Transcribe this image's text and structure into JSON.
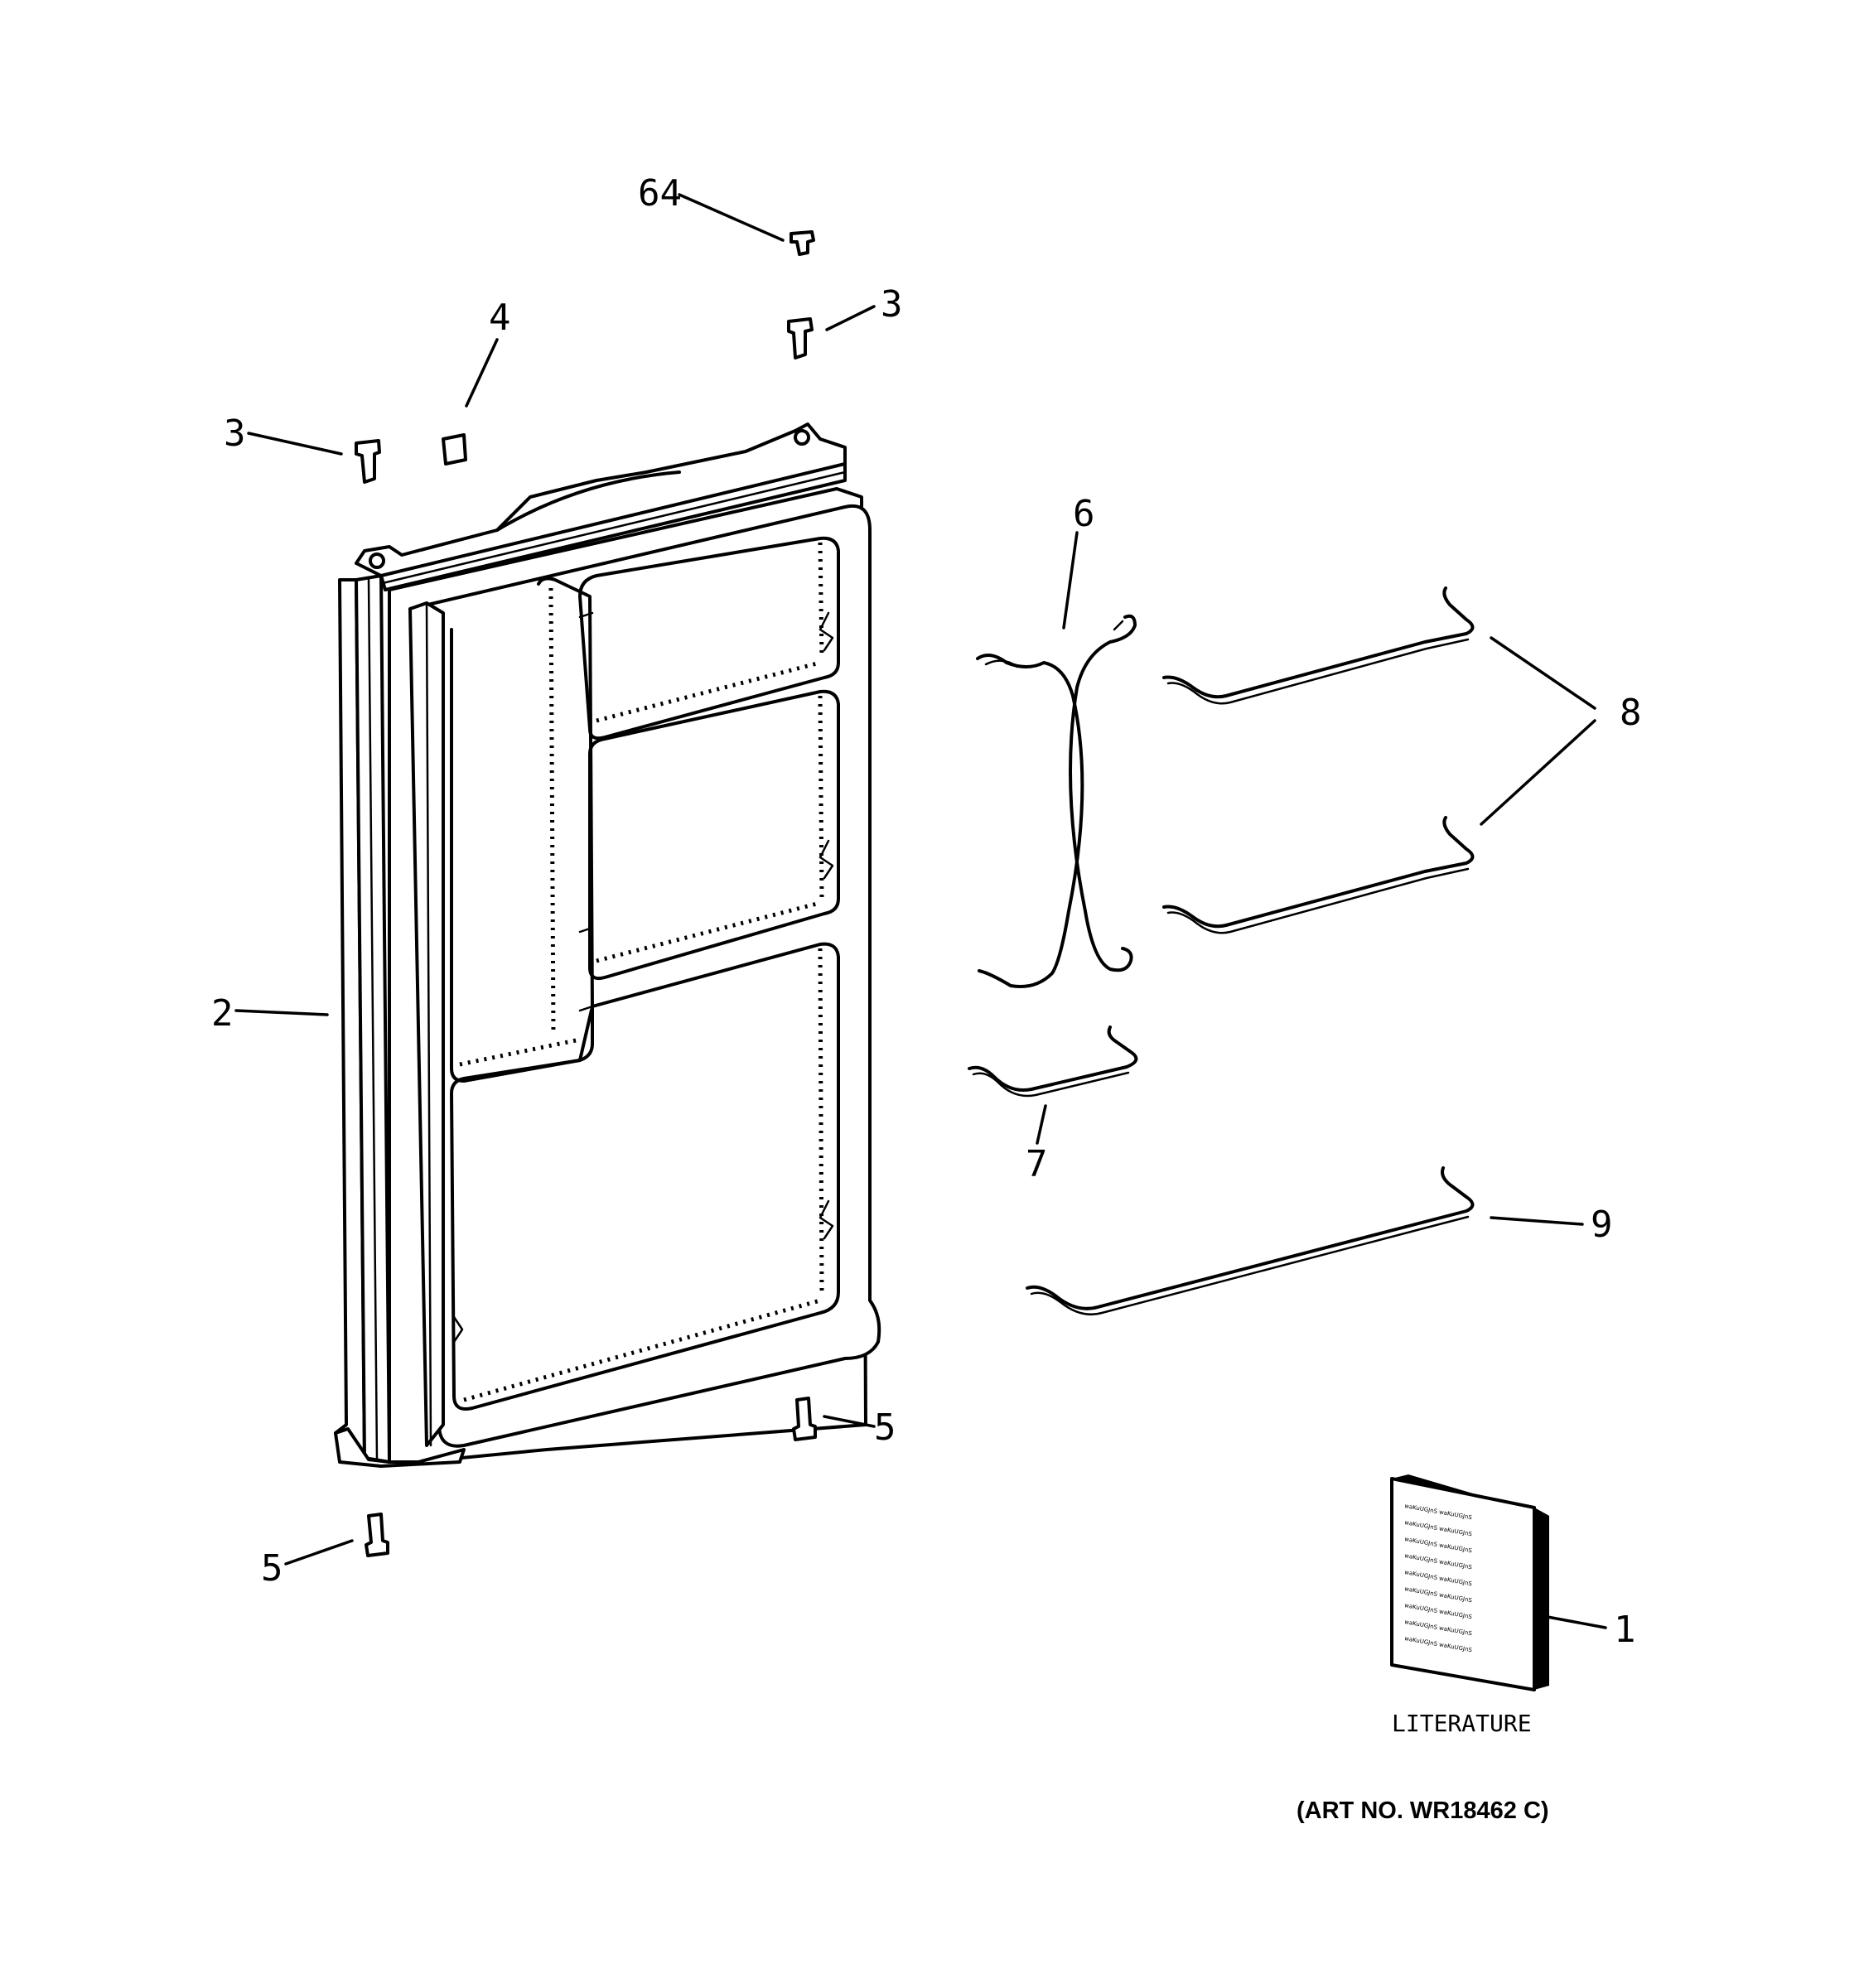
{
  "callouts": {
    "c64": "64",
    "c3_top": "3",
    "c4": "4",
    "c3_left": "3",
    "c6": "6",
    "c8": "8",
    "c2": "2",
    "c7": "7",
    "c9": "9",
    "c5_right": "5",
    "c5_left": "5",
    "c1": "1"
  },
  "literature_label": "LITERATURE",
  "art_number": "(ART NO. WR18462 C)"
}
